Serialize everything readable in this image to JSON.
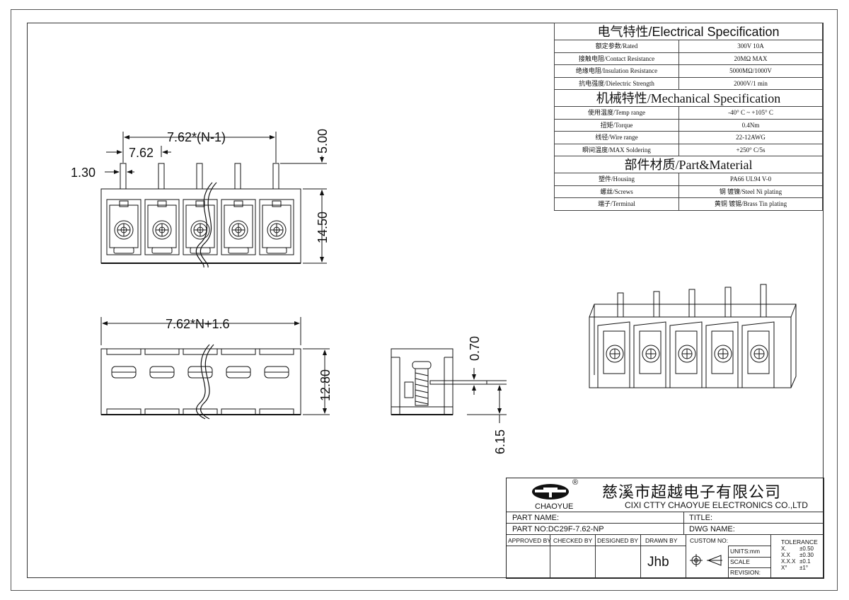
{
  "spec": {
    "electrical_title": "电气特性/Electrical Specification",
    "electrical_rows": [
      {
        "label": "额定参数/Rated",
        "value": "300V  10A"
      },
      {
        "label": "接触电阻/Contact Resistance",
        "value": "20MΩ MAX"
      },
      {
        "label": "绝缘电阻/Insulation Resistance",
        "value": "5000MΩ/1000V"
      },
      {
        "label": "抗电强度/Dielectric Strength",
        "value": "2000V/1 min"
      }
    ],
    "mechanical_title": "机械特性/Mechanical Specification",
    "mechanical_rows": [
      {
        "label": "使用温度/Temp range",
        "value": "-40° C ~ +105° C"
      },
      {
        "label": "扭矩/Torque",
        "value": "0.4Nm"
      },
      {
        "label": "线径/Wire range",
        "value": "22-12AWG"
      },
      {
        "label": "瞬间温度/MAX Soldering",
        "value": "+250° C/5s"
      }
    ],
    "material_title": "部件材质/Part&Material",
    "material_rows": [
      {
        "label": "塑件/Housing",
        "value": "PA66 UL94 V-0"
      },
      {
        "label": "螺丝/Screws",
        "value": "钢 镀镍/Steel Ni plating"
      },
      {
        "label": "端子/Terminal",
        "value": "黄铜 镀锡/Brass Tin  plating"
      }
    ]
  },
  "dimensions": {
    "top_pitch_total": "7.62*(N-1)",
    "top_pitch": "7.62",
    "pin_width": "1.30",
    "pin_height": "5.00",
    "body_height": "14.50",
    "bottom_width": "7.62*N+1.6",
    "bottom_height": "12.80",
    "side_top": "0.70",
    "side_bottom": "6.15"
  },
  "title_block": {
    "logo_text": "CHAOYUE",
    "logo_mark": "®",
    "company_cn": "慈溪市超越电子有限公司",
    "company_en": "CIXI CTTY CHAOYUE ELECTRONICS CO.,LTD",
    "part_name_label": "PART NAME:",
    "title_label": "TITLE:",
    "part_no": "PART NO:DC29F-7.62-NP",
    "dwg_name_label": "DWG NAME:",
    "approved_by": "APPROVED BY",
    "checked_by": "CHECKED BY",
    "designed_by": "DESIGNED BY",
    "drawn_by": "DRAWN BY",
    "drawn_by_value": "Jhb",
    "custom_no": "CUSTOM NO:",
    "units": "UNITS:mm",
    "scale": "SCALE",
    "revision": "REVISION:",
    "tolerance_label": "TOLERANCE",
    "tolerances": [
      {
        "k": "X.",
        "v": "±0.50"
      },
      {
        "k": "X.X",
        "v": "±0.30"
      },
      {
        "k": "X.X.X",
        "v": "±0.1"
      },
      {
        "k": "X°",
        "v": "±1°"
      }
    ]
  }
}
